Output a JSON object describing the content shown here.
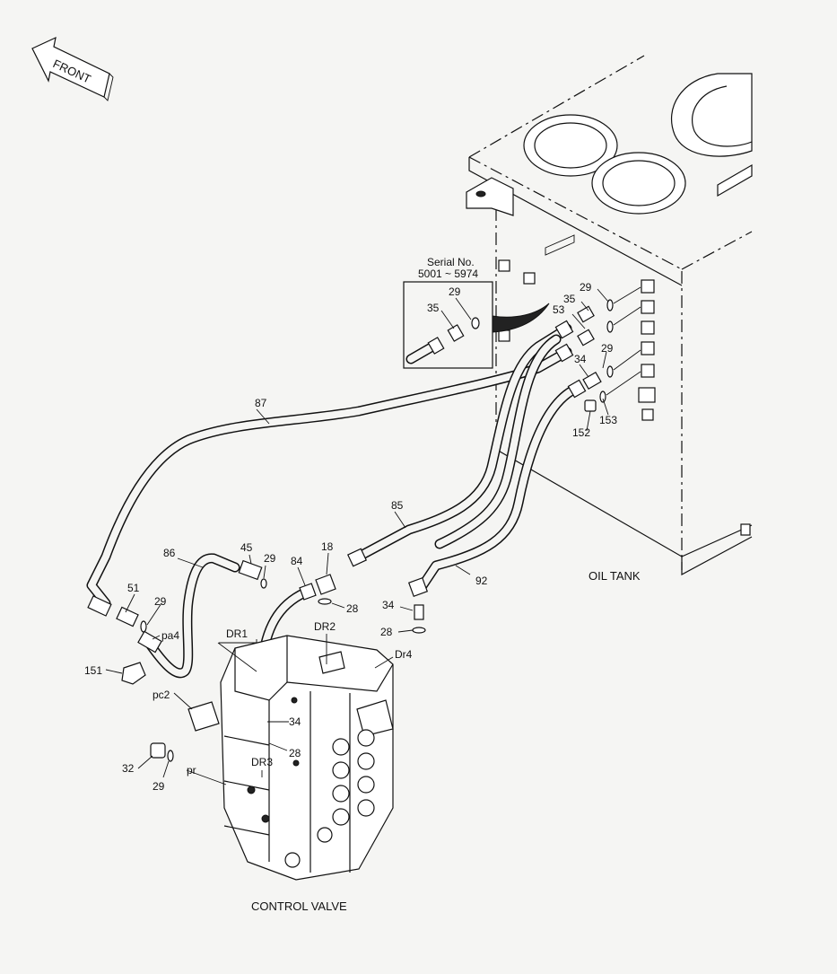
{
  "orientation": {
    "front_label": "FRONT"
  },
  "assemblies": {
    "oil_tank": "OIL TANK",
    "control_valve": "CONTROL VALVE"
  },
  "inset": {
    "serial_line1": "Serial No.",
    "serial_line2": "5001 ~ 5974",
    "part_a": "29",
    "part_b": "35"
  },
  "callouts": {
    "c87": "87",
    "c85": "85",
    "c92": "92",
    "c86": "86",
    "c45": "45",
    "c29_hose": "29",
    "c84": "84",
    "c18": "18",
    "c28_tee": "28",
    "c34_dr4": "34",
    "c28_dr4": "28",
    "c51": "51",
    "c29_pa4": "29",
    "c151": "151",
    "c32": "32",
    "c29_pr": "29",
    "c34_dr3": "34",
    "c28_dr3": "28",
    "c29_tank_top": "29",
    "c35_tank": "35",
    "c53_tank": "53",
    "c29_tank_mid": "29",
    "c34_tank": "34",
    "c152": "152",
    "c153": "153"
  },
  "ports": {
    "dr1": "DR1",
    "dr2": "DR2",
    "dr3": "DR3",
    "dr4": "Dr4",
    "pa4": "pa4",
    "pc2": "pc2",
    "pr": "pr"
  }
}
